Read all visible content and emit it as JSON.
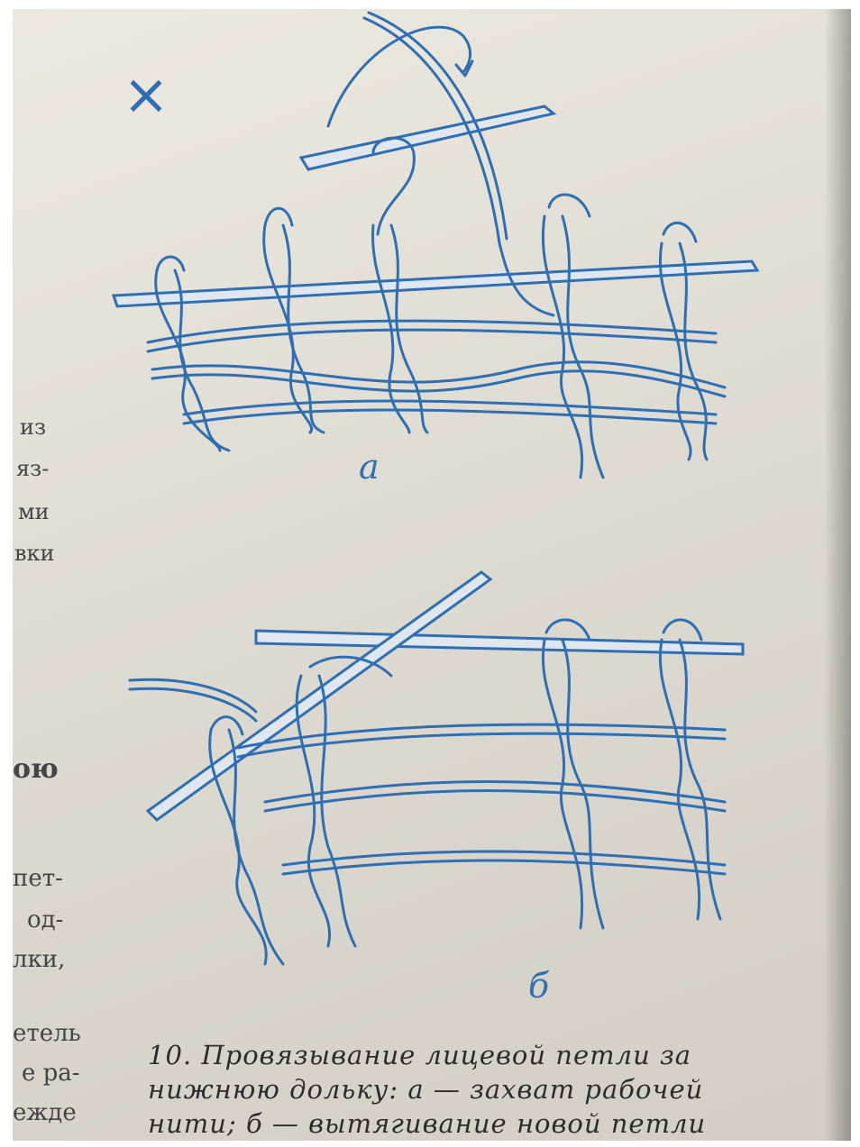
{
  "figure": {
    "marker": "×",
    "label_a": "а",
    "label_b": "б"
  },
  "left_margin_text": [
    "из",
    "яз-",
    "ми",
    "вки",
    "ою",
    "пет-",
    "од-",
    "лки,",
    "етель",
    "е ра-",
    "ежде"
  ],
  "caption": {
    "line1": "10. Провязывание лицевой петли за",
    "line2": "нижнюю дольку: а — захват рабочей",
    "line3": "нити; б — вытягивание новой петли"
  },
  "colors": {
    "ink_blue": "#2f6fb1",
    "paper": "#e3e0d8"
  }
}
